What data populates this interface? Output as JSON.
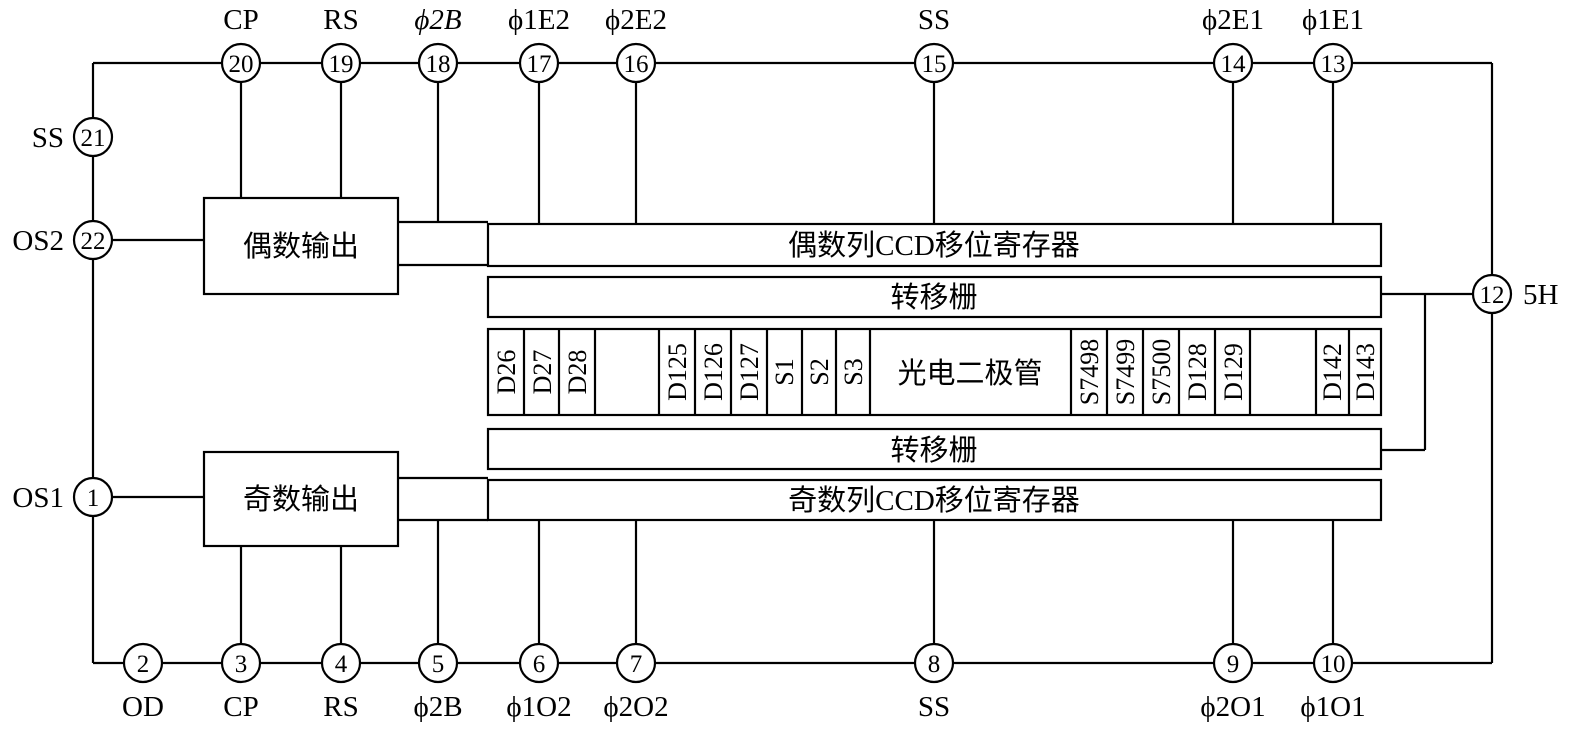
{
  "top_pins": [
    {
      "num": "20",
      "label": "CP"
    },
    {
      "num": "19",
      "label": "RS"
    },
    {
      "num": "18",
      "label": "ϕ2B"
    },
    {
      "num": "17",
      "label": "ϕ1E2"
    },
    {
      "num": "16",
      "label": "ϕ2E2"
    },
    {
      "num": "15",
      "label": "SS"
    },
    {
      "num": "14",
      "label": "ϕ2E1"
    },
    {
      "num": "13",
      "label": "ϕ1E1"
    }
  ],
  "bottom_pins": [
    {
      "num": "2",
      "label": "OD"
    },
    {
      "num": "3",
      "label": "CP"
    },
    {
      "num": "4",
      "label": "RS"
    },
    {
      "num": "5",
      "label": "ϕ2B"
    },
    {
      "num": "6",
      "label": "ϕ1O2"
    },
    {
      "num": "7",
      "label": "ϕ2O2"
    },
    {
      "num": "8",
      "label": "SS"
    },
    {
      "num": "9",
      "label": "ϕ2O1"
    },
    {
      "num": "10",
      "label": "ϕ1O1"
    }
  ],
  "left_pins": [
    {
      "num": "21",
      "label": "SS"
    },
    {
      "num": "22",
      "label": "OS2"
    },
    {
      "num": "1",
      "label": "OS1"
    }
  ],
  "right_pin": {
    "num": "12",
    "label": "5H"
  },
  "blocks": {
    "even_output": "偶数输出",
    "odd_output": "奇数输出",
    "even_register": "偶数列CCD移位寄存器",
    "odd_register": "奇数列CCD移位寄存器",
    "transfer_gate_top": "转移栅",
    "transfer_gate_bottom": "转移栅",
    "photodiode": "光电二极管"
  },
  "cells_left": [
    "D26",
    "D27",
    "D28",
    "D125",
    "D126",
    "D127",
    "S1",
    "S2",
    "S3"
  ],
  "cells_right": [
    "S7498",
    "S7499",
    "S7500",
    "D128",
    "D129",
    "D142",
    "D143"
  ]
}
